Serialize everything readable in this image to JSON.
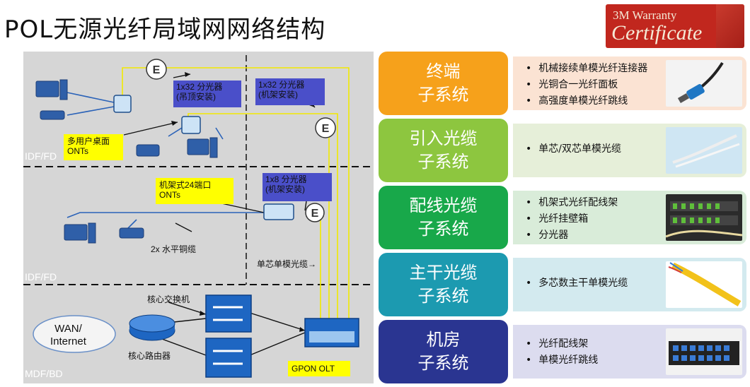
{
  "title": "POL无源光纤局域网网络结构",
  "cert": {
    "line1": "3M Warranty",
    "line2": "Certificate"
  },
  "zones": [
    "IDF/FD",
    "IDF/FD",
    "MDF/BD"
  ],
  "boxes": {
    "splitter_ceiling": [
      "1x32 分光器",
      "(吊顶安装)"
    ],
    "splitter_rack_top": [
      "1x32 分光器",
      "(机架安装)"
    ],
    "splitter_rack_mid": [
      "1x8 分光器",
      "(机架安装)"
    ],
    "desk_onts": [
      "多用户桌面",
      "ONTs"
    ],
    "rack_onts": [
      "机架式24端口",
      "ONTs"
    ],
    "gpon": "GPON OLT"
  },
  "labels": {
    "copper": "2x 水平铜缆",
    "single_fiber": "单芯单模光缆→",
    "core_switch": "核心交换机",
    "core_router": "核心路由器",
    "wan": [
      "WAN/",
      "Internet"
    ]
  },
  "subsystems": [
    {
      "name": [
        "终端",
        "子系统"
      ],
      "color": "#f6a11b",
      "panel": "#fbe3d3",
      "items": [
        "机械接续单模光纤连接器",
        "光铜合一光纤面板",
        "高强度单模光纤跳线"
      ],
      "photo": "connector"
    },
    {
      "name": [
        "引入光缆",
        "子系统"
      ],
      "color": "#8dc63f",
      "panel": "#e6efd9",
      "items": [
        "单芯/双芯单模光缆"
      ],
      "photo": "cable"
    },
    {
      "name": [
        "配线光缆",
        "子系统"
      ],
      "color": "#18a84a",
      "panel": "#d9ecd9",
      "items": [
        "机架式光纤配线架",
        "光纤挂壁箱",
        "分光器"
      ],
      "photo": "rack"
    },
    {
      "name": [
        "主干光缆",
        "子系统"
      ],
      "color": "#1c9ab0",
      "panel": "#d3eaef",
      "items": [
        "多芯数主干单模光缆"
      ],
      "photo": "trunk"
    },
    {
      "name": [
        "机房",
        "子系统"
      ],
      "color": "#2a3591",
      "panel": "#dcdcef",
      "items": [
        "光纤配线架",
        "单模光纤跳线"
      ],
      "photo": "panel"
    }
  ]
}
